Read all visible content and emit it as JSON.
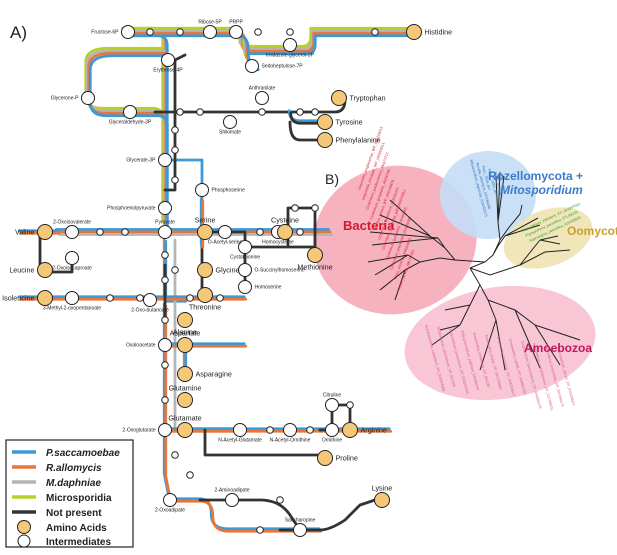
{
  "colors": {
    "psacc": "#3a9ad9",
    "rallo": "#e8763a",
    "mdaph": "#b5b5b5",
    "micro": "#b9cf2a",
    "notp": "#333333",
    "amino": "#f5c878",
    "bact": "#f6a5b4",
    "rozell": "#c3ddf6",
    "oomy": "#eee3b2",
    "amoeb": "#f7bccd"
  },
  "panel_a": {
    "label": "A)",
    "amino_acids": [
      "Histidine",
      "Tryptophan",
      "Tyrosine",
      "Phenylalanine",
      "Valine",
      "Leucine",
      "Isoleucine",
      "Serine",
      "Cysteine",
      "Glycine",
      "Methionine",
      "Threonine",
      "Alanine",
      "Aspartate",
      "Asparagine",
      "Glutamine",
      "Glutamate",
      "Arginine",
      "Proline",
      "Lysine"
    ],
    "intermediates": [
      "Fructose-6P",
      "Ribose-5P",
      "PRPP",
      "Imidazole-glycerol-3P",
      "Sedoheptulose-7P",
      "Erythrose-4P",
      "Glycerone-P",
      "Glyceraldehyde-3P",
      "Anthranilate",
      "Shikimate",
      "Glycerate-3P",
      "Phosphoenolpyruvate",
      "Phosphoserine",
      "2-Oxoisovalerate",
      "Pyruvate",
      "O-Acetyl-serine",
      "Homocysteine",
      "Cystathionine",
      "O-Succinylhomoserine",
      "2-Oxoisocaproate",
      "Homoserine",
      "2-Oxo-butanoate",
      "3-Methyl-2-oxopentanoate",
      "Oxaloacetate",
      "2-Oxoglutarate",
      "N-Acetyl-Glutamate",
      "N-Acetyl-Ornithine",
      "Citruline",
      "Ornithine",
      "2-Aminoadipate",
      "2-Oxoadipate",
      "Saccharopine"
    ]
  },
  "legend": {
    "items": [
      {
        "label": "P.saccamoebae",
        "italic": true
      },
      {
        "label": "R.allomycis",
        "italic": true
      },
      {
        "label": "M.daphniae",
        "italic": true
      },
      {
        "label": "Microsporidia",
        "italic": false
      },
      {
        "label": "Not present",
        "italic": false
      },
      {
        "label": "Amino Acids",
        "italic": false
      },
      {
        "label": "Intermediates",
        "italic": false
      }
    ]
  },
  "panel_b": {
    "label": "B)",
    "groups": {
      "bacteria": "Bacteria",
      "rozell_1": "Rozellomycota +",
      "rozell_2": "Mitosporidium",
      "oomycota": "Oomycota",
      "amoebozoa": "Amoebozoa"
    },
    "leaves": {
      "bacteria": [
        "Legionella_longbeachae_WP_065249913",
        "Legionella_micdadei_WP_045995913",
        "Clostridium_pasteurianum_AKA77717",
        "Clostridium_ljungdahlii_AEI90780",
        "Bacillus_cereus_WP_000196878",
        "Clostridium_botulinum_CDG55370",
        "Clostridium_ljungdahlii_WP_063574812",
        "Clostridium_ljungdahlii_OAA84983",
        "Clostridium_tetani_WP_011099680",
        "Vibrio_cholerae_KFE05983",
        "Vibrio_harveyi_ABU70163"
      ],
      "rozell": [
        "Mitosporidium_daphniae_KGG53171",
        "Rozella_allomycis_EPZ36468",
        "Pacc_7526_BA",
        "Psacc_2653_BA",
        "Psacc_5564_BA"
      ],
      "oomycota": [
        "Phytophthora_infestans_XP_002997043",
        "Phytophthora_parasitica_ETL89226",
        "Saprolegnia_parasitica_KDO28503"
      ],
      "amoebozoa": [
        "Acanthamoeba_castellanii_XP_004344658",
        "Dictyostelium_discoideum_XP_637155",
        "Dictyostelium_purpureum_XP_003287434",
        "Polysphondylium_pallidum_EFA80024",
        "Entamoeba_histolytica_XP_651287",
        "Entamoeba_dispar_XP_001739842",
        "Entamoeba_invadens_XP_004258047",
        "Entamoeba_nuttalli_XP_008856780",
        "Dictyostelium_fasciculatum_XP_004366178",
        "Acytostelium_subglobosum_XP_012758011",
        "Cavenderia_fasciculata_XP_004366179",
        "Heterostelium_album_XP_020436524"
      ]
    }
  }
}
